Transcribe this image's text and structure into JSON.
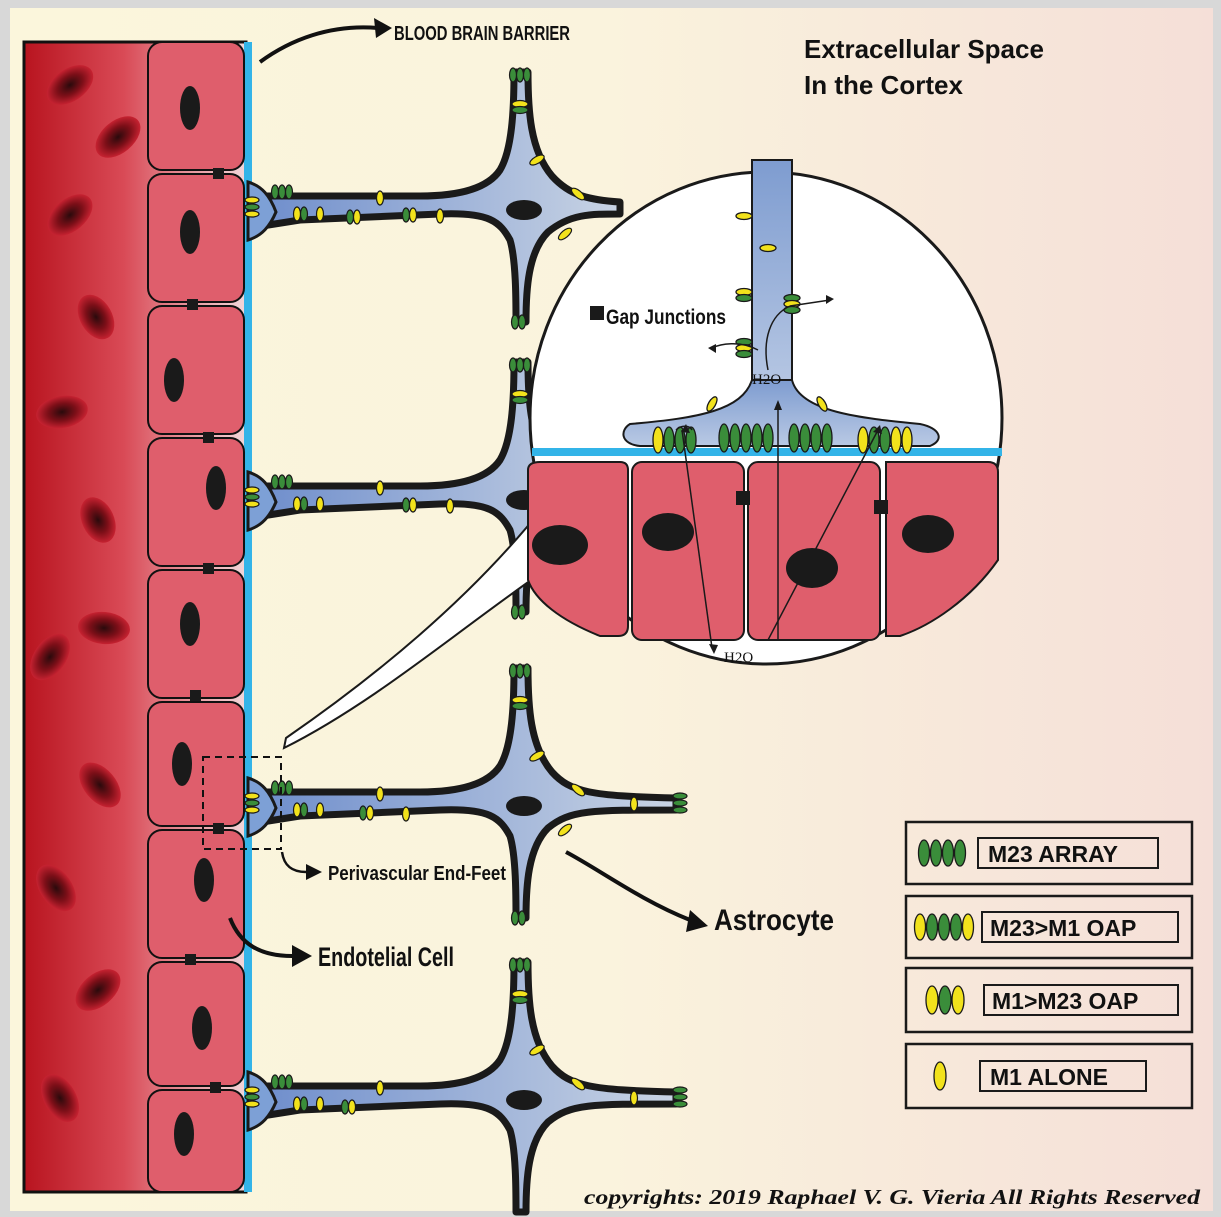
{
  "title": {
    "line1": "Extracellular Space",
    "line2": "In the Cortex"
  },
  "labels": {
    "bbb": "BLOOD BRAIN BARRIER",
    "gap_junctions": "Gap Junctions",
    "h2o_upper": "H2O",
    "h2o_lower": "H2O",
    "end_feet": "Perivascular End-Feet",
    "endothelial": "Endotelial Cell",
    "astrocyte": "Astrocyte"
  },
  "legend": [
    {
      "label": "M23 ARRAY",
      "icon": "m23-array-icon"
    },
    {
      "label": "M23>M1 OAP",
      "icon": "m23-m1-oap-icon"
    },
    {
      "label": "M1>M23 OAP",
      "icon": "m1-m23-oap-icon"
    },
    {
      "label": "M1 ALONE",
      "icon": "m1-alone-icon"
    }
  ],
  "copyright": "copyrights: 2019 Raphael V. G. Vieria All Rights Reserved",
  "colors": {
    "vessel_red": "#c0182a",
    "cell_pink": "#df5e6c",
    "nucleus": "#1a1a1a",
    "basement": "#33b4e8",
    "astro_blue": "#8fa7d0",
    "m23_green": "#3a8d3a",
    "m1_yellow": "#f2e21c"
  }
}
